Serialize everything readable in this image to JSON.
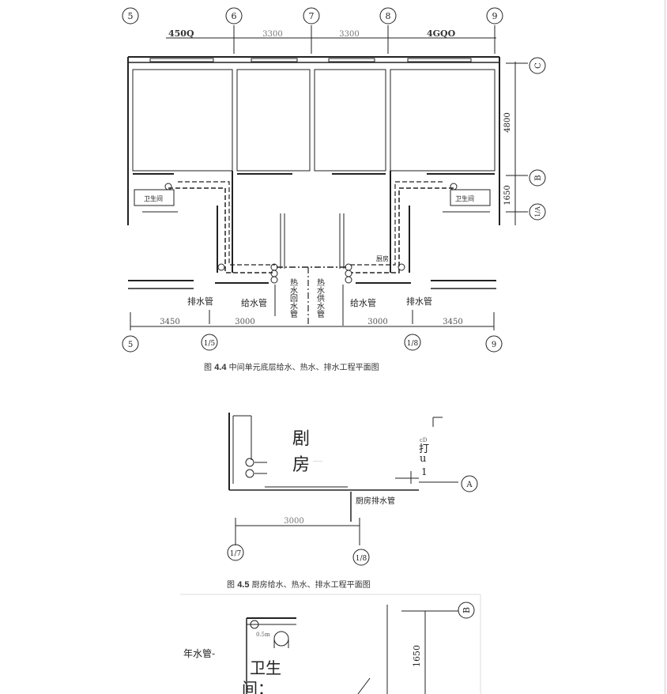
{
  "fig44": {
    "axes_top": [
      "5",
      "6",
      "7",
      "8",
      "9"
    ],
    "dims_top": [
      "450Q",
      "3300",
      "3300",
      "4GQO"
    ],
    "axes_right": [
      "C",
      "B",
      "1/A"
    ],
    "dims_right": [
      "4800",
      "1650"
    ],
    "rooms": {
      "bath_left": "卫生间",
      "bath_right": "卫生间",
      "kitchen": "厨房"
    },
    "pipe_labels": {
      "drain_left": "排水管",
      "supply_left": "给水管",
      "hot_return": "热水回水管",
      "hot_supply": "热水供水管",
      "supply_right": "给水管",
      "drain_right": "排水管"
    },
    "dims_bottom": [
      "3450",
      "3000",
      "3000",
      "3450"
    ],
    "axes_bottom": [
      "5",
      "1/5",
      "1/8",
      "9"
    ],
    "caption_prefix": "图",
    "caption_num": "4.4",
    "caption_text": "中间单元底层给水、热水、排水工程平面图"
  },
  "fig45": {
    "room_line1": "剧",
    "room_line2": "房",
    "room_small": "……",
    "side_mark_top": "cD",
    "side_mark_1": "打",
    "side_mark_2": "u",
    "side_mark_3": "1",
    "axis_right": "A",
    "drain_label": "厨房排水管",
    "dim": "3000",
    "axes_bottom": [
      "1/7",
      "1/8"
    ],
    "caption_prefix": "图",
    "caption_num": "4.5",
    "caption_text": "厨房给水、热水、排水工程平面图"
  },
  "fig46": {
    "pipe_label": "年水管-",
    "room_line1": "卫生",
    "room_line2": "间：",
    "small_dim": "0.5m",
    "axis": "B",
    "dim": "1650"
  },
  "colors": {
    "line": "#222222",
    "dim": "#555555"
  }
}
